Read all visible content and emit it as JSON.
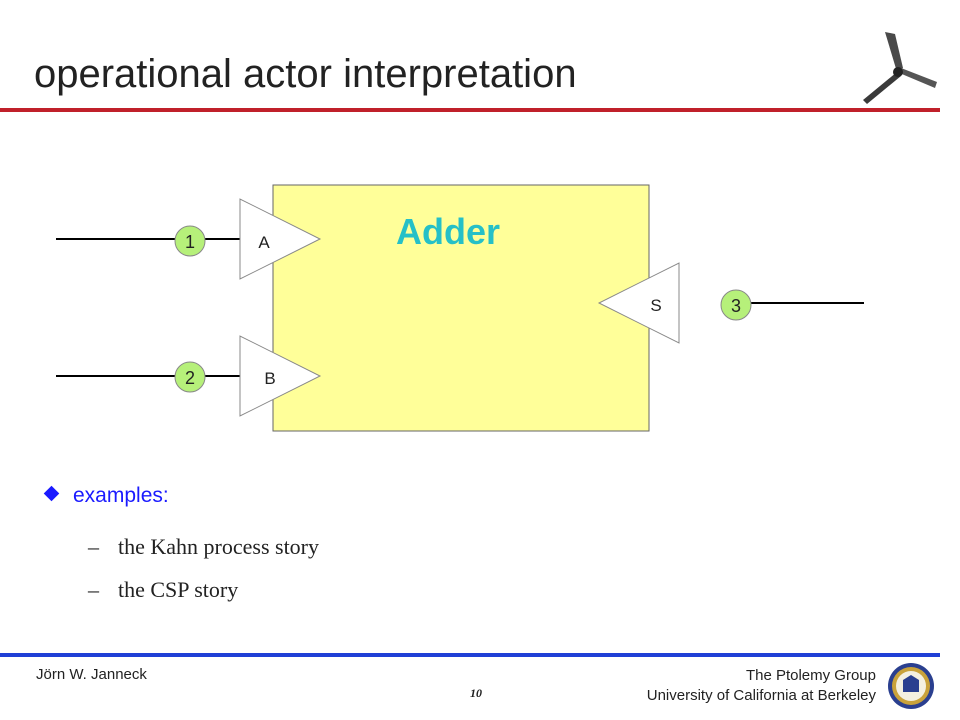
{
  "slide": {
    "title": "operational actor interpretation"
  },
  "diagram": {
    "actor_name": "Adder",
    "ports": {
      "input_a": "A",
      "input_b": "B",
      "output_s": "S"
    },
    "channels": {
      "c1": "1",
      "c2": "2",
      "c3": "3"
    },
    "colors": {
      "actor_fill": "#ffff99",
      "actor_label": "#26c0c7",
      "channel_fill": "#b6f07a"
    }
  },
  "bullets": {
    "main": "examples:",
    "sub": [
      "the Kahn process story",
      "the CSP story"
    ]
  },
  "footer": {
    "author": "Jörn W. Janneck",
    "page_number": "10",
    "group": "The Ptolemy Group",
    "institution": "University of California at Berkeley"
  },
  "icons": {
    "logo": "ptolemy-propeller-logo-icon",
    "seal": "university-seal-icon"
  }
}
